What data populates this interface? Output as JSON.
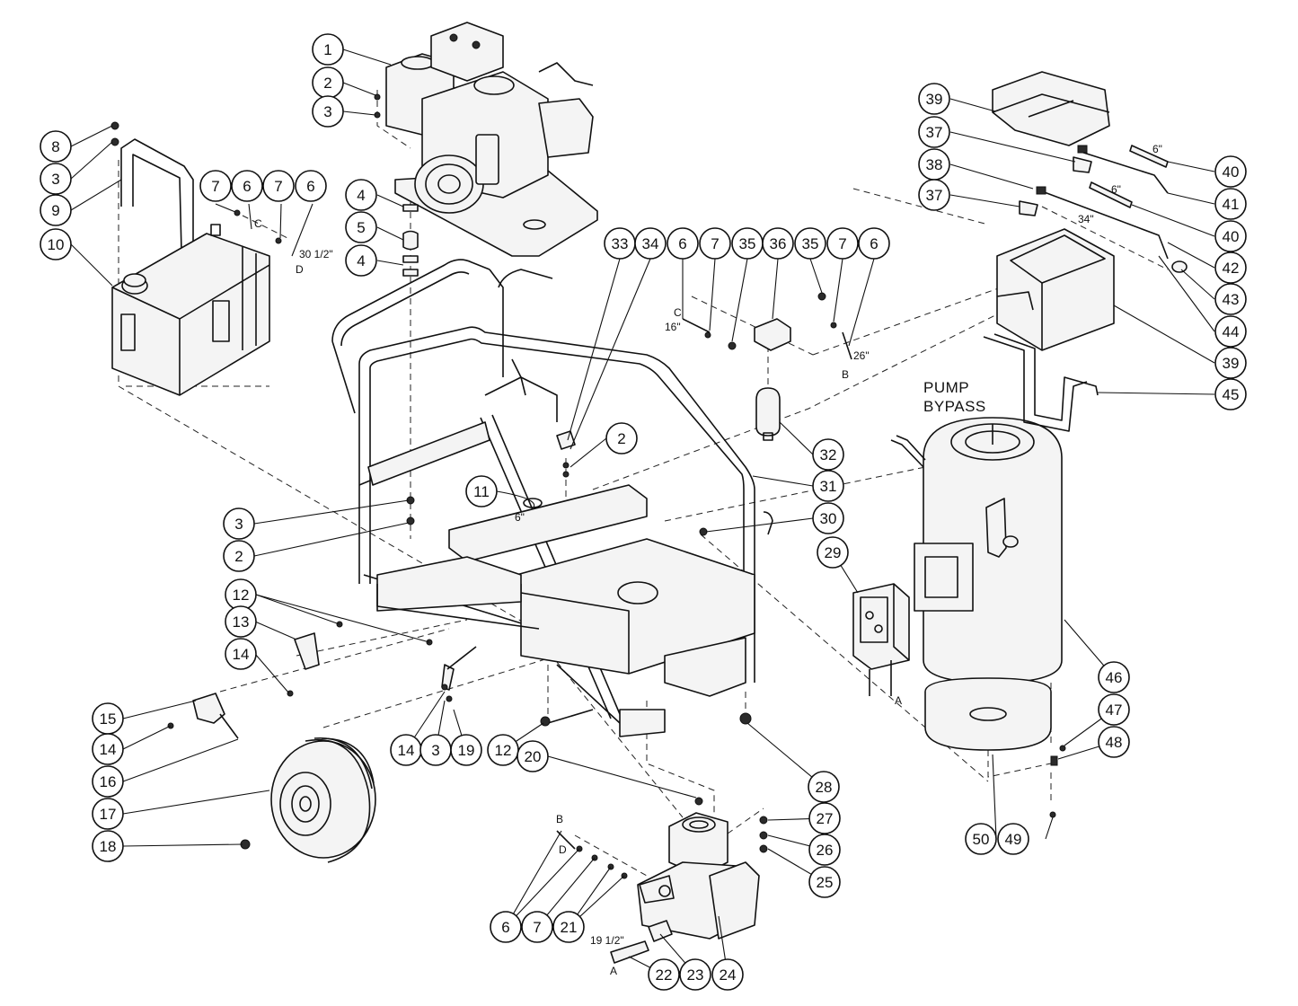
{
  "texts": {
    "pump_bypass_1": "PUMP",
    "pump_bypass_2": "BYPASS",
    "len_30_5": "30 1/2\"",
    "len_16": "16\"",
    "len_26": "26\"",
    "len_6a": "6\"",
    "len_6b": "6\"",
    "len_34": "34\"",
    "len_6c": "6\"",
    "len_19_5": "19 1/2\"",
    "tag_c1": "C",
    "tag_d1": "D",
    "tag_c2": "C",
    "tag_b1": "B",
    "tag_a1": "A",
    "tag_b2": "B",
    "tag_d2": "D",
    "tag_a2": "A"
  },
  "callouts": [
    "1",
    "2",
    "3",
    "8",
    "3",
    "9",
    "7",
    "6",
    "7",
    "6",
    "10",
    "4",
    "5",
    "4",
    "33",
    "34",
    "6",
    "7",
    "35",
    "36",
    "35",
    "7",
    "6",
    "39",
    "37",
    "38",
    "37",
    "40",
    "41",
    "40",
    "42",
    "43",
    "44",
    "39",
    "45",
    "32",
    "2",
    "31",
    "11",
    "30",
    "3",
    "2",
    "29",
    "12",
    "13",
    "14",
    "15",
    "14",
    "16",
    "17",
    "18",
    "14",
    "3",
    "19",
    "12",
    "20",
    "28",
    "46",
    "47",
    "48",
    "50",
    "49",
    "27",
    "26",
    "25",
    "6",
    "7",
    "21",
    "22",
    "23",
    "24"
  ]
}
